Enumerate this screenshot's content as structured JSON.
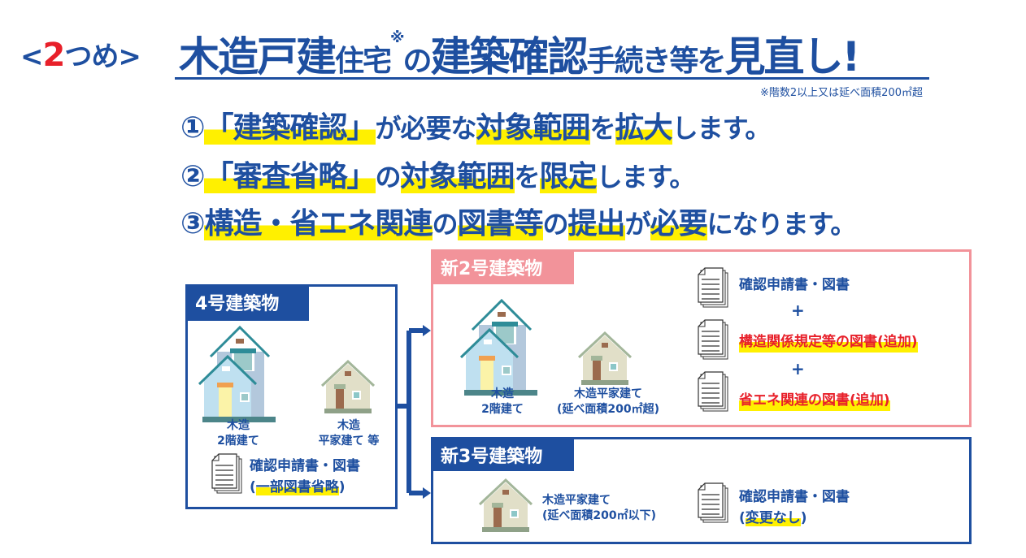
{
  "header": {
    "tag_open": "<",
    "tag_num": "2",
    "tag_rest": "つめ>",
    "title_parts": [
      "木造戸建",
      "住宅",
      "※",
      "の",
      "建築確認",
      "手続き等を",
      "見直し!"
    ],
    "note": "※階数2以上又は延べ面積200㎡超"
  },
  "points": [
    {
      "num": "①",
      "segments": [
        {
          "text": "「建築確認」",
          "hl": true
        },
        {
          "text": "が必要な",
          "hl": false
        },
        {
          "text": "対象範囲",
          "hl": true
        },
        {
          "text": "を",
          "hl": false
        },
        {
          "text": "拡大",
          "hl": true
        },
        {
          "text": "します。",
          "hl": false
        }
      ]
    },
    {
      "num": "②",
      "segments": [
        {
          "text": "「審査省略」",
          "hl": true
        },
        {
          "text": "の",
          "hl": false
        },
        {
          "text": "対象範囲",
          "hl": true
        },
        {
          "text": "を",
          "hl": false
        },
        {
          "text": "限定",
          "hl": true
        },
        {
          "text": "します。",
          "hl": false
        }
      ]
    },
    {
      "num": "③",
      "segments": [
        {
          "text": "構造・省エネ関連",
          "hl": true
        },
        {
          "text": "の",
          "hl": false
        },
        {
          "text": "図書等",
          "hl": true
        },
        {
          "text": "の",
          "hl": false
        },
        {
          "text": "提出",
          "hl": true
        },
        {
          "text": "が",
          "hl": false
        },
        {
          "text": "必要",
          "hl": true
        },
        {
          "text": "になります。",
          "hl": false
        }
      ]
    }
  ],
  "old4": {
    "title": "4号建築物",
    "house1": [
      "木造",
      "2階建て"
    ],
    "house2": [
      "木造",
      "平家建て 等"
    ],
    "doc1": "確認申請書・図書",
    "doc2_open": "(",
    "doc2_hl": "一部図書省略",
    "doc2_close": ")"
  },
  "new2": {
    "title": "新2号建築物",
    "house1": [
      "木造",
      "2階建て"
    ],
    "house2": [
      "木造平家建て",
      "(延べ面積200㎡超)"
    ],
    "docs": [
      "確認申請書・図書",
      "構造関係規定等の図書(追加)",
      "省エネ関連の図書(追加)"
    ],
    "plus": "+"
  },
  "new3": {
    "title": "新3号建築物",
    "house": [
      "木造平家建て",
      "(延べ面積200㎡以下)"
    ],
    "doc1": "確認申請書・図書",
    "doc2_open": "(",
    "doc2_hl": "変更なし",
    "doc2_close": ")"
  },
  "colors": {
    "blue": "#1e4fa0",
    "red": "#e8202a",
    "pink": "#f2939a",
    "yellow": "#fff000"
  }
}
